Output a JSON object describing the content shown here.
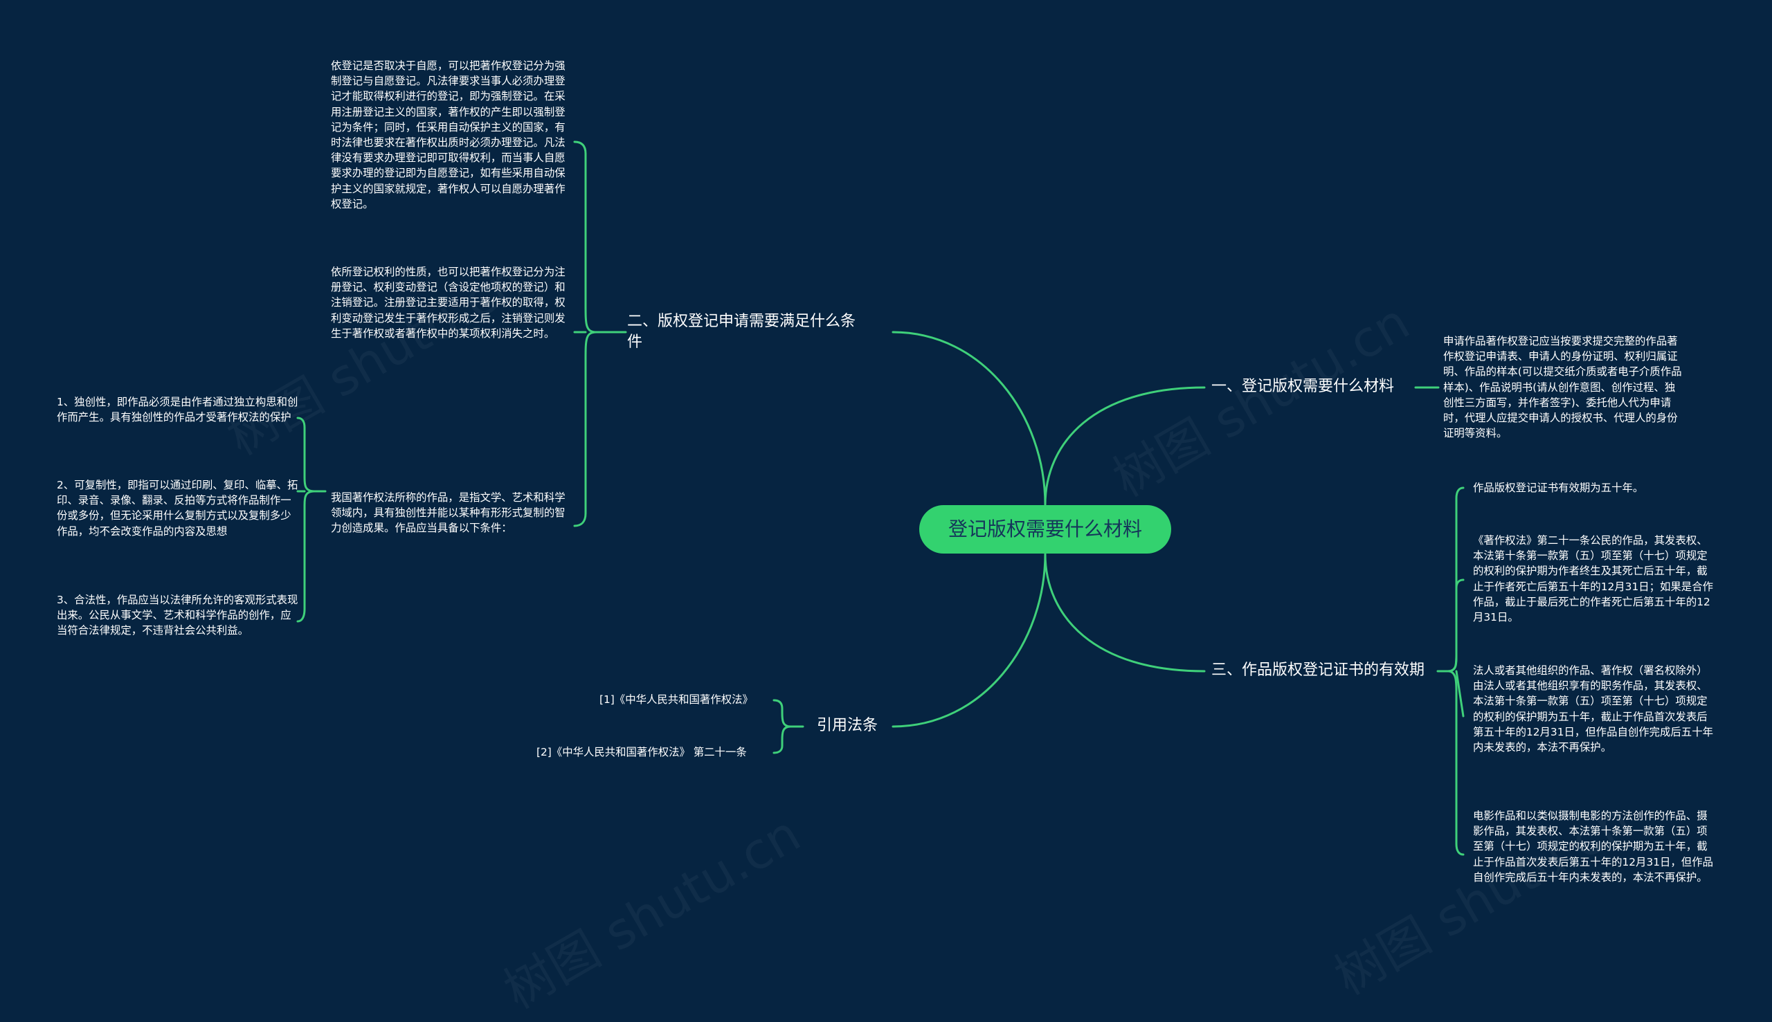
{
  "root": {
    "label": "登记版权需要什么材料"
  },
  "branches": {
    "b1": {
      "label": "一、登记版权需要什么材料"
    },
    "b2": {
      "label": "二、版权登记申请需要满足什么条件"
    },
    "b3": {
      "label": "三、作品版权登记证书的有效期"
    },
    "b4": {
      "label": "引用法条"
    }
  },
  "leaves": {
    "b1_1": "申请作品著作权登记应当按要求提交完整的作品著作权登记申请表、申请人的身份证明、权利归属证明、作品的样本(可以提交纸介质或者电子介质作品样本)、作品说明书(请从创作意图、创作过程、独创性三方面写，并作者签字)、委托他人代为申请时，代理人应提交申请人的授权书、代理人的身份证明等资料。",
    "b2_1": "依登记是否取决于自愿，可以把著作权登记分为强制登记与自愿登记。凡法律要求当事人必须办理登记才能取得权利进行的登记，即为强制登记。在采用注册登记主义的国家，著作权的产生即以强制登记为条件；同时，任采用自动保护主义的国家，有时法律也要求在著作权出质时必须办理登记。凡法律没有要求办理登记即可取得权利，而当事人自愿要求办理的登记即为自愿登记，如有些采用自动保护主义的国家就规定，著作权人可以自愿办理著作权登记。",
    "b2_2": "依所登记权利的性质，也可以把著作权登记分为注册登记、权利变动登记（含设定他项权的登记）和注销登记。注册登记主要适用于著作权的取得，权利变动登记发生于著作权形成之后，注销登记则发生于著作权或者著作权中的某项权利消失之时。",
    "b2_3": "我国著作权法所称的作品，是指文学、艺术和科学领域内，具有独创性并能以某种有形形式复制的智力创造成果。作品应当具备以下条件：",
    "b2_3_1": "1、独创性，即作品必须是由作者通过独立构思和创作而产生。具有独创性的作品才受著作权法的保护",
    "b2_3_2": "2、可复制性，即指可以通过印刷、复印、临摹、拓印、录音、录像、翻录、反拍等方式将作品制作一份或多份，但无论采用什么复制方式以及复制多少作品，均不会改变作品的内容及思想",
    "b2_3_3": "3、合法性，作品应当以法律所允许的客观形式表现出来。公民从事文学、艺术和科学作品的创作，应当符合法律规定，不违背社会公共利益。",
    "b3_1": "作品版权登记证书有效期为五十年。",
    "b3_2": "《著作权法》第二十一条公民的作品，其发表权、本法第十条第一款第（五）项至第（十七）项规定的权利的保护期为作者终生及其死亡后五十年，截止于作者死亡后第五十年的12月31日；如果是合作作品，截止于最后死亡的作者死亡后第五十年的12月31日。",
    "b3_3": "法人或者其他组织的作品、著作权（署名权除外）由法人或者其他组织享有的职务作品，其发表权、本法第十条第一款第（五）项至第（十七）项规定的权利的保护期为五十年，截止于作品首次发表后第五十年的12月31日，但作品自创作完成后五十年内未发表的，本法不再保护。",
    "b3_4": "电影作品和以类似摄制电影的方法创作的作品、摄影作品，其发表权、本法第十条第一款第（五）项至第（十七）项规定的权利的保护期为五十年，截止于作品首次发表后第五十年的12月31日，但作品自创作完成后五十年内未发表的，本法不再保护。",
    "b4_1": "[1]《中华人民共和国著作权法》",
    "b4_2": "[2]《中华人民共和国著作权法》 第二十一条"
  },
  "watermark": "树图 shutu.cn",
  "colors": {
    "background": "#062441",
    "line": "#3fd07a",
    "root_fill": "#33d26f",
    "root_text": "#15355a"
  }
}
